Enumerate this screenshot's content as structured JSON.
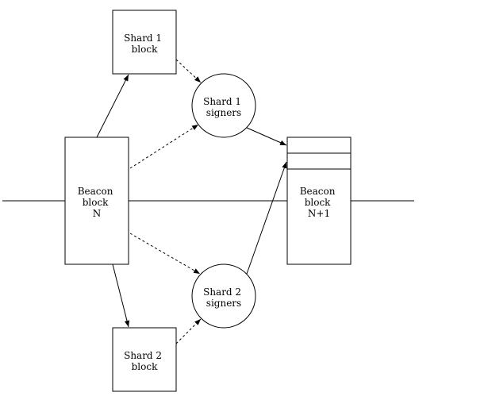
{
  "nodes": {
    "beacon_n": {
      "lines": [
        "Beacon",
        "block",
        "N"
      ]
    },
    "beacon_n1": {
      "lines": [
        "Beacon",
        "block",
        "N+1"
      ]
    },
    "shard1_block": {
      "lines": [
        "Shard 1",
        "block"
      ]
    },
    "shard2_block": {
      "lines": [
        "Shard 2",
        "block"
      ]
    },
    "shard1_signers": {
      "lines": [
        "Shard 1",
        "signers"
      ]
    },
    "shard2_signers": {
      "lines": [
        "Shard 2",
        "signers"
      ]
    }
  },
  "colors": {
    "stroke": "#000000",
    "background": "#ffffff"
  }
}
